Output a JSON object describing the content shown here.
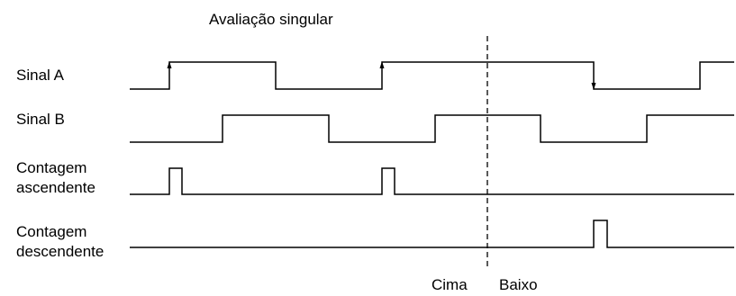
{
  "title": "Avaliação singular",
  "signals": {
    "a": "Sinal A",
    "b": "Sinal B",
    "up_line1": "Contagem",
    "up_line2": "ascendente",
    "down_line1": "Contagem",
    "down_line2": "descendente"
  },
  "direction": {
    "up": "Cima",
    "down": "Baixo"
  }
}
